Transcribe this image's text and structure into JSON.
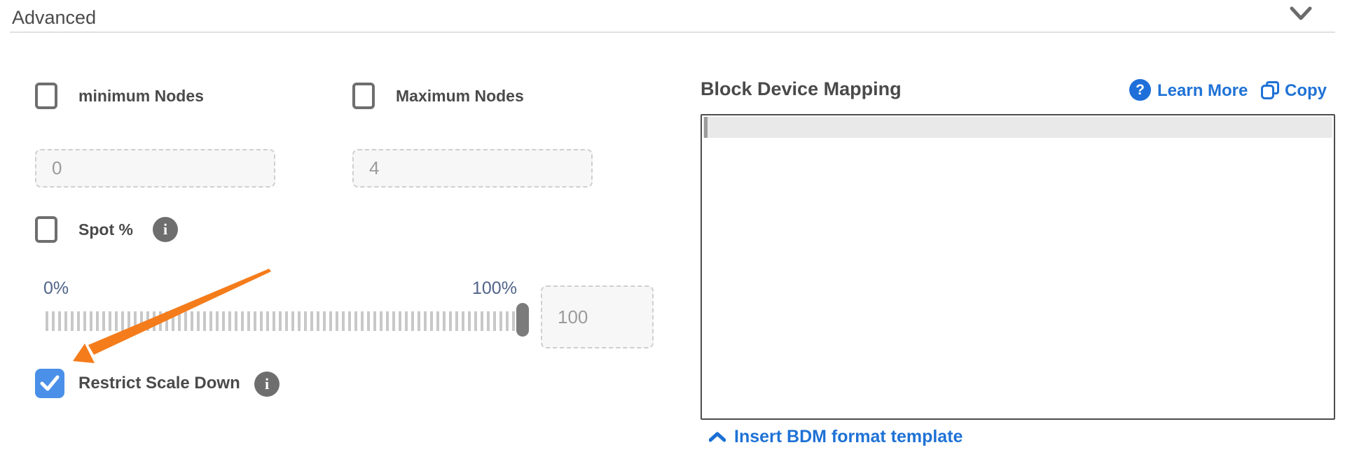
{
  "header": {
    "title": "Advanced"
  },
  "icons": {
    "info_glyph": "i",
    "question_glyph": "?"
  },
  "panel": {
    "min_nodes": {
      "label": "minimum Nodes",
      "placeholder": "0",
      "checked": false
    },
    "max_nodes": {
      "label": "Maximum Nodes",
      "placeholder": "4",
      "checked": false
    },
    "spot": {
      "label": "Spot %",
      "checked": false
    },
    "slider": {
      "min_label": "0%",
      "max_label": "100%",
      "value_placeholder": "100"
    },
    "restrict": {
      "label": "Restrict Scale Down",
      "checked": true
    }
  },
  "bdm": {
    "title": "Block Device Mapping",
    "learn_more_label": "Learn More",
    "copy_label": "Copy",
    "editor_value": "",
    "template_link_label": "Insert BDM format template"
  },
  "colors": {
    "accent_blue": "#1f72d6",
    "checked_checkbox_blue": "#4a90e8",
    "arrow_orange": "#f57c1b",
    "slider_label_slate": "#51648a",
    "label_gray": "#4a4a4a"
  }
}
